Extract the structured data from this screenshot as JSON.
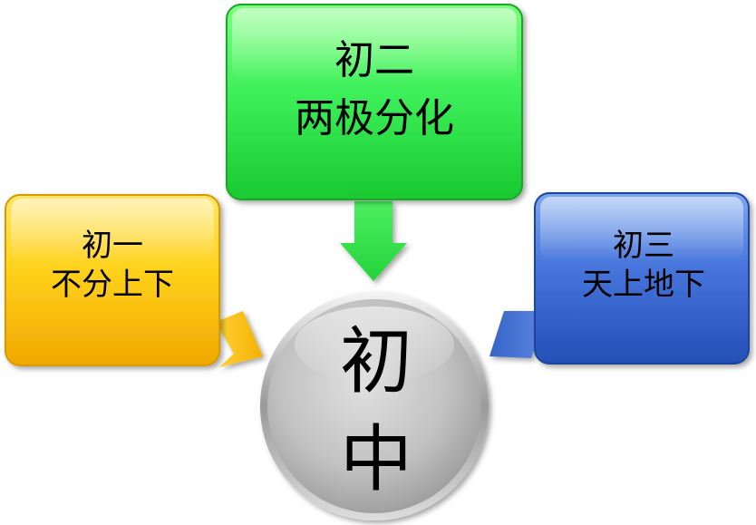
{
  "center": {
    "line1": "初",
    "line2": "中"
  },
  "boxes": {
    "left": {
      "title": "初一",
      "subtitle": "不分上下",
      "color": "#f5b800"
    },
    "top": {
      "title": "初二",
      "subtitle": "两极分化",
      "color": "#22d83a"
    },
    "right": {
      "title": "初三",
      "subtitle": "天上地下",
      "color": "#2f5fc9"
    }
  },
  "colors": {
    "center_circle": "#bdbdbd",
    "text": "#000000"
  }
}
